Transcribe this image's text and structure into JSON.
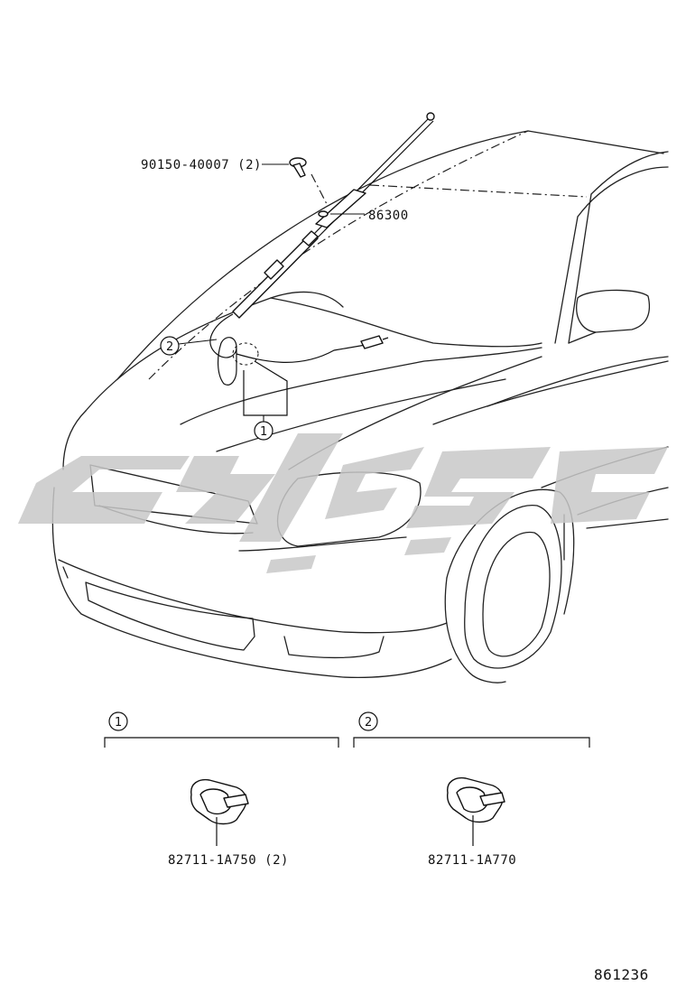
{
  "labels": {
    "bolt": "90150-40007 (2)",
    "antenna": "86300",
    "clip1": "82711-1A750 (2)",
    "clip2": "82711-1A770",
    "diagram_id": "861236"
  },
  "callouts": {
    "one": "1",
    "two": "2"
  },
  "watermark": {
    "color": "#c8c8c8"
  }
}
